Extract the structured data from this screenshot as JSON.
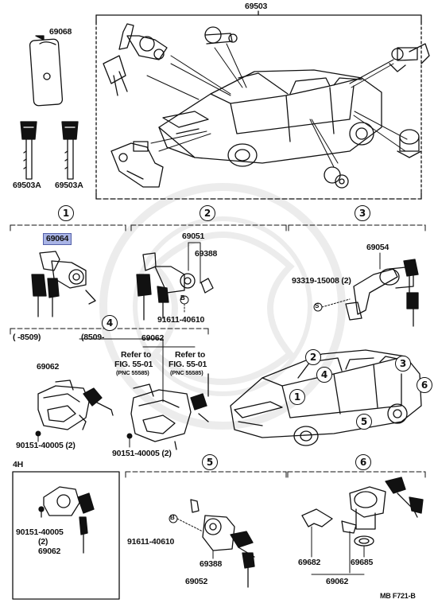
{
  "labels": {
    "assembly": "69503",
    "key_case": "69068",
    "key_a1": "69503A",
    "key_a2": "69503A",
    "s1_part": "69064",
    "s2_part": "69051",
    "s2_sub": "69388",
    "s2_bolt": "91611-40610",
    "s3_part": "69054",
    "s3_screw": "93319-15008 (2)",
    "s4_range1": "(    -8509)",
    "s4_range2": "(8509-",
    "s4_p1": "69062",
    "s4_p2": "69062",
    "s4_screw1": "90151-40005 (2)",
    "s4_screw2": "90151-40005 (2)",
    "refer1_title": "Refer to",
    "refer1_fig": "FIG. 55-01",
    "refer1_pnc": "(PNC 55585)",
    "refer2_title": "Refer to",
    "refer2_fig": "FIG. 55-01",
    "refer2_pnc": "(PNC 55585)",
    "box4h_title": "4H",
    "box4h_screw": "90151-40005",
    "box4h_qty": "(2)",
    "box4h_part": "69062",
    "s5_bolt": "91611-40610",
    "s5_sub": "69388",
    "s5_part": "69052",
    "s6_p1": "69682",
    "s6_p2": "69685",
    "s6_part": "69062",
    "footer": "MB  F721-B"
  },
  "sections": [
    "1",
    "2",
    "3",
    "4",
    "5",
    "6"
  ],
  "car_callouts": [
    "2",
    "3",
    "4",
    "1",
    "5",
    "6"
  ],
  "bolt_symbol": "B",
  "screw_symbol": "S",
  "highlight_color": "#a9b4e6"
}
